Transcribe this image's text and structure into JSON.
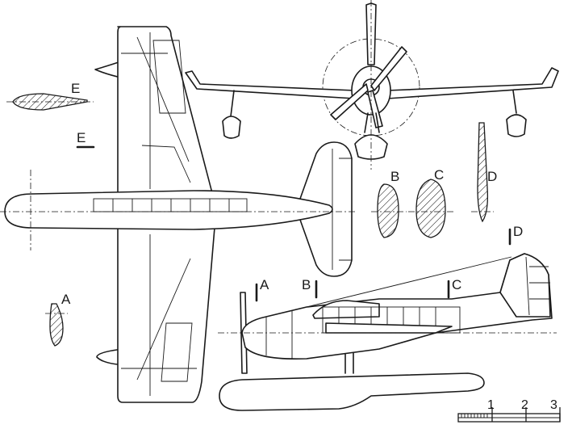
{
  "section_labels": {
    "A": "A",
    "B": "B",
    "C": "C",
    "D": "D",
    "E": "E"
  },
  "section_markers": {
    "A": "A",
    "B": "B",
    "C": "C",
    "D": "D",
    "E": "E"
  },
  "scale_bar": {
    "ticks": [
      "1",
      "2",
      "3"
    ]
  }
}
